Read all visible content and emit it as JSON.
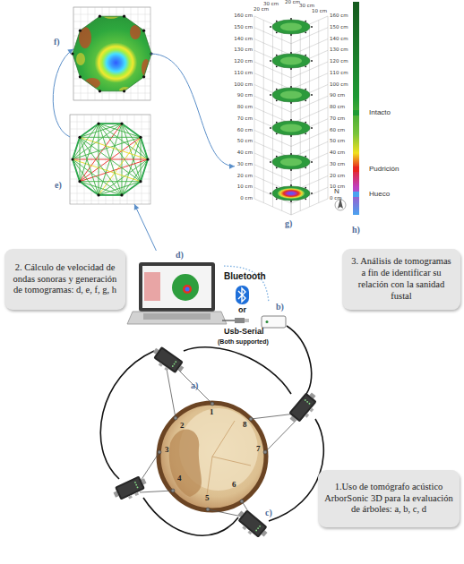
{
  "diagram": {
    "nodes": [
      {
        "text": [
          "f)"
        ]
      },
      {
        "text": [
          "e)"
        ]
      },
      {
        "text": [
          "g)"
        ]
      },
      {
        "text": [
          "2. Cálculo de velocidad de ondas sonoras y generación de tomogramas: d, e, f, g, h"
        ]
      },
      {
        "text": [
          "d)"
        ]
      },
      {
        "text": [
          "3. Análisis de tomogramas a fin de identificar su relación con la sanidad fustal"
        ]
      },
      {
        "text": [
          "b)"
        ]
      },
      {
        "text": [
          "1.Uso de tomógrafo acústico ArborSonic 3D para la evaluación de árboles: a, b, c, d"
        ]
      }
    ],
    "edges": [
      {
        "from": 1,
        "to": 0,
        "arrow": "to"
      },
      {
        "from": 0,
        "to": 2,
        "arrow": "to"
      },
      {
        "from": 4,
        "to": 1,
        "arrow": "to"
      },
      {
        "from": 4,
        "to": 6,
        "arrow": "none"
      }
    ],
    "labels": [
      "a)",
      "c)",
      "h)",
      "1",
      "2",
      "3",
      "4",
      "5",
      "6",
      "7",
      "8",
      "N",
      "Bluetooth",
      "or",
      "Usb-Serial",
      "(Both supported)",
      "160 cm",
      "150 cm",
      "140 cm",
      "130 cm",
      "120 cm",
      "110 cm",
      "100 cm",
      "90 cm",
      "80 cm",
      "70 cm",
      "60 cm",
      "50 cm",
      "40 cm",
      "30 cm",
      "20 cm",
      "10 cm",
      "0 cm",
      "160 cm",
      "150 cm",
      "140 cm",
      "130 cm",
      "120 cm",
      "110 cm",
      "100 cm",
      "90 cm",
      "80 cm",
      "70 cm",
      "60 cm",
      "50 cm",
      "40 cm",
      "30 cm",
      "20 cm",
      "10 cm",
      "0 cm",
      "20 cm",
      "30 cm",
      "20 cm",
      "30 cm",
      "10 cm"
    ],
    "legend": [
      {
        "text": "Intacto",
        "color": "#1f9a35"
      },
      {
        "text": "Pudrición",
        "color": "#e8261f"
      },
      {
        "text": "Hueco",
        "color": "#4aa3f0"
      }
    ]
  }
}
